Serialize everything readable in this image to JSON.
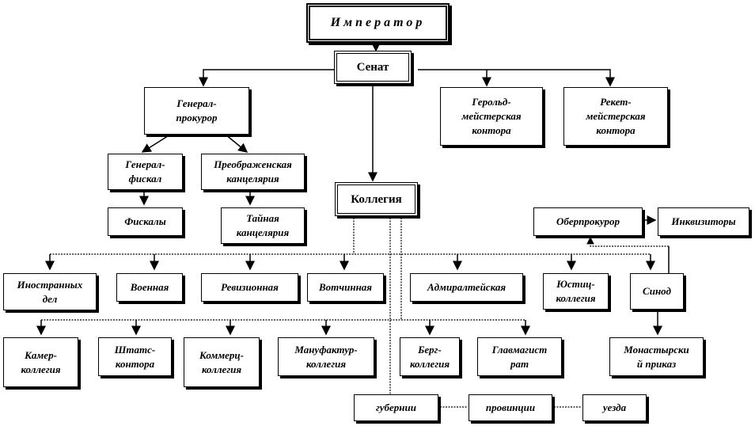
{
  "boxes": {
    "emperor": "Император",
    "senate": "Сенат",
    "procurator_general": "Генерал-\nпрокурор",
    "herald_office": "Герольд-\nмейстерская\nконтора",
    "reketmeister_office": "Рекет-\nмейстерская\nконтора",
    "fiscal_general": "Генерал-\nфискал",
    "preobrazhensky_office": "Преображенская\nканцелярия",
    "fiscals": "Фискалы",
    "secret_chancellery": "Тайная\nканцелярия",
    "collegia": "Коллегия",
    "ober_procurator": "Обер­прокурор",
    "inquisitors": "Инквизиторы",
    "foreign_affairs": "Иностранных\nдел",
    "military": "Военная",
    "revision": "Ревизионная",
    "votchina": "Вотчинная",
    "admiralty": "Адмиралтейская",
    "justice": "Юстиц-\nколлегия",
    "synod": "Синод",
    "kamer": "Камер-\nколлегия",
    "shtats": "Штатс-\nконтора",
    "commerce": "Коммерц-\nколлегия",
    "manufactory": "Мануфактур-\nколлегия",
    "berg": "Берг-\nколлегия",
    "glavmagistrat": "Главмагист\nрат",
    "monastery": "Монастырски\nй приказ",
    "guberniya": "губернии",
    "province": "провинции",
    "uezd": "уезда"
  }
}
